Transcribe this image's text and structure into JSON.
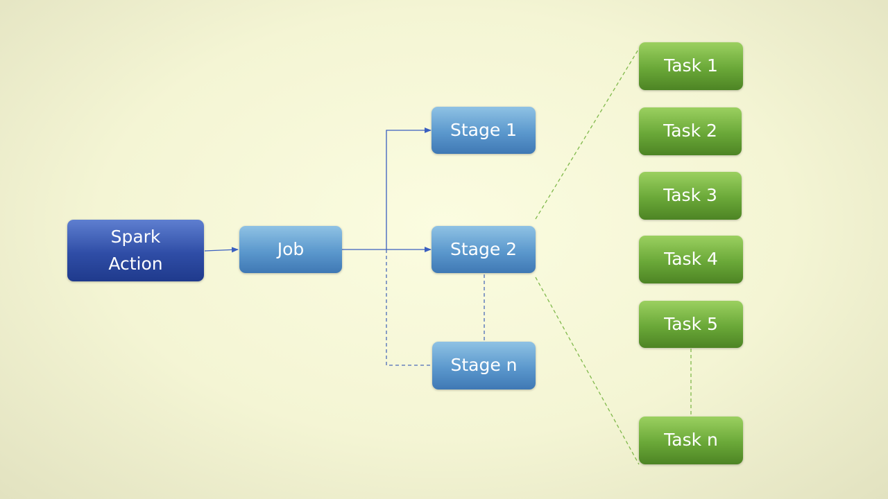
{
  "nodes": {
    "spark_action": {
      "line1": "Spark",
      "line2": "Action"
    },
    "job": "Job",
    "stages": [
      "Stage 1",
      "Stage 2",
      "Stage n"
    ],
    "tasks": [
      "Task 1",
      "Task 2",
      "Task 3",
      "Task 4",
      "Task 5",
      "Task n"
    ]
  },
  "colors": {
    "spark_action": "#2f4da6",
    "job_stage": "#5b98cd",
    "task": "#6aa838",
    "solid_connector": "#3a5fc0",
    "dashed_blue_connector": "#4a6ab8",
    "dashed_green_connector": "#7fb84a"
  }
}
